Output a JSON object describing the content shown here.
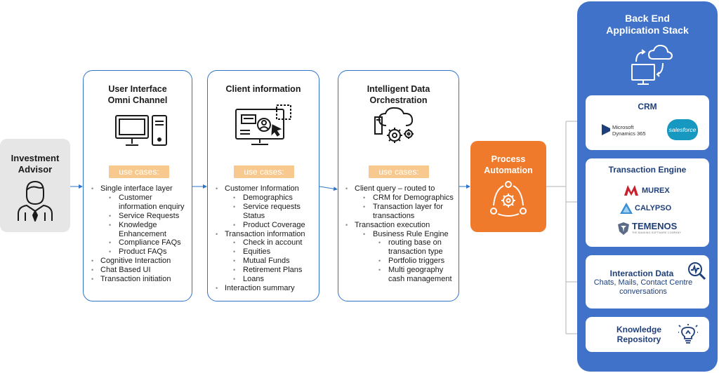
{
  "advisor": {
    "title_line1": "Investment",
    "title_line2": "Advisor"
  },
  "ui_box": {
    "title_line1": "User Interface",
    "title_line2": "Omni Channel",
    "use_cases": "use cases:",
    "items": [
      {
        "level": 1,
        "text": "Single  interface layer"
      },
      {
        "level": 2,
        "text": "Customer"
      },
      {
        "level": 0,
        "text": "information enquiry",
        "indent": 40
      },
      {
        "level": 2,
        "text": "Service Requests"
      },
      {
        "level": 2,
        "text": "Knowledge"
      },
      {
        "level": 0,
        "text": "Enhancement",
        "indent": 40
      },
      {
        "level": 2,
        "text": "Compliance FAQs"
      },
      {
        "level": 2,
        "text": "Product FAQs"
      },
      {
        "level": 1,
        "text": "Cognitive Interaction"
      },
      {
        "level": 1,
        "text": "Chat Based UI"
      },
      {
        "level": 1,
        "text": "Transaction initiation"
      }
    ]
  },
  "client_box": {
    "title": "Client information",
    "use_cases": "use cases:",
    "items": [
      {
        "level": 1,
        "text": "Customer Information"
      },
      {
        "level": 2,
        "text": "Demographics"
      },
      {
        "level": 2,
        "text": "Service requests"
      },
      {
        "level": 0,
        "text": "Status",
        "indent": 40
      },
      {
        "level": 2,
        "text": "Product Coverage"
      },
      {
        "level": 1,
        "text": "Transaction information"
      },
      {
        "level": 2,
        "text": "Check in account"
      },
      {
        "level": 2,
        "text": "Equities"
      },
      {
        "level": 2,
        "text": "Mutual Funds"
      },
      {
        "level": 2,
        "text": "Retirement Plans"
      },
      {
        "level": 2,
        "text": "Loans"
      },
      {
        "level": 1,
        "text": "Interaction summary"
      }
    ]
  },
  "ido_box": {
    "title_line1": "Intelligent Data",
    "title_line2": "Orchestration",
    "use_cases": "use cases:",
    "items": [
      {
        "level": 1,
        "text": "Client query – routed to"
      },
      {
        "level": 2,
        "text": "CRM for Demographics"
      },
      {
        "level": 2,
        "text": "Transaction layer for"
      },
      {
        "level": 0,
        "text": "transactions",
        "indent": 40
      },
      {
        "level": 1,
        "text": "Transaction execution"
      },
      {
        "level": 2,
        "text": "Business Rule Engine"
      },
      {
        "level": 3,
        "text": "routing base on"
      },
      {
        "level": 0,
        "text": "transaction type",
        "indent": 62
      },
      {
        "level": 3,
        "text": "Portfolio triggers"
      },
      {
        "level": 3,
        "text": "Multi geography"
      },
      {
        "level": 0,
        "text": "cash management",
        "indent": 62
      }
    ]
  },
  "automation": {
    "title_line1": "Process",
    "title_line2": "Automation"
  },
  "backend": {
    "title_line1": "Back End",
    "title_line2": "Application Stack",
    "crm": {
      "title": "CRM",
      "ms_line1": "Microsoft",
      "ms_line2": "Dynamics 365",
      "salesforce": "salesforce"
    },
    "transaction_engine": {
      "title": "Transaction Engine",
      "murex": "MUREX",
      "calypso": "CALYPSO",
      "temenos": "TEMENOS",
      "temenos_tag": "THE BANKING SOFTWARE COMPANY"
    },
    "interaction_data": {
      "title": "Interaction Data",
      "sub_line1": "Chats, Mails, Contact Centre",
      "sub_line2": "conversations"
    },
    "knowledge": {
      "title_line1": "Knowledge",
      "title_line2": "Repository"
    }
  },
  "colors": {
    "box_border": "#2e75c9",
    "use_cases_bg": "#f8c98e",
    "automation": "#f07a2c",
    "backend": "#3f72c8",
    "card_title": "#1f3f7a"
  },
  "icons": [
    "person-icon",
    "desktop-computer-icon",
    "client-monitor-icon",
    "cloud-gears-icon",
    "automation-cycle-icon",
    "cloud-sync-icon",
    "microsoft-dynamics-logo",
    "salesforce-logo",
    "murex-logo",
    "calypso-logo",
    "temenos-logo",
    "analytics-search-icon",
    "lightbulb-icon"
  ]
}
